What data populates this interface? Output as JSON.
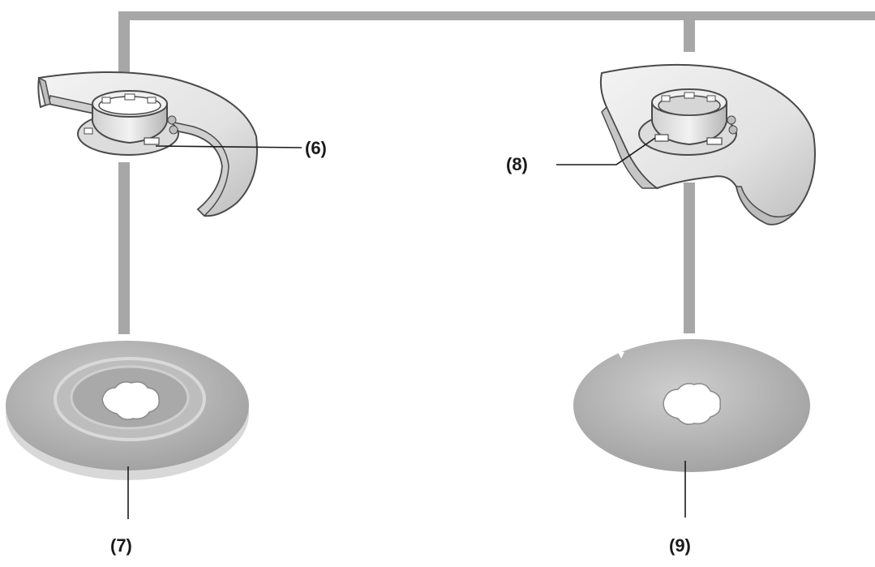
{
  "callouts": {
    "c6": "(6)",
    "c7": "(7)",
    "c8": "(8)",
    "c9": "(9)"
  },
  "colors": {
    "frame": "#a7a7a7",
    "part_fill": "#ebebeb",
    "part_shade": "#c9c9c9",
    "outline": "#4a4a4a",
    "label": "#1a1a1a"
  }
}
